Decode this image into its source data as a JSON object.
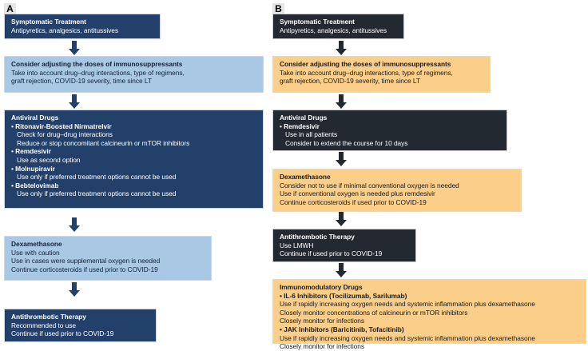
{
  "figure": {
    "colors": {
      "panel_a_dark": "#23406b",
      "panel_a_light": "#a8c8e4",
      "panel_b_dark": "#232931",
      "panel_b_amber": "#fbcf8a",
      "arrow_a": "#23406b",
      "arrow_b": "#232931",
      "background": "#ffffff",
      "label_chip": "#e6e6e6"
    }
  },
  "panel_a": {
    "label": "A",
    "boxes": [
      {
        "name": "symptomatic-treatment",
        "title": "Symptomatic Treatment",
        "lines": [
          "Antipyretics, analgesics, antitussives"
        ]
      },
      {
        "name": "immunosuppressant-adjustment",
        "title": "Consider adjusting the doses of immunosuppressants",
        "lines": [
          "Take into account drug–drug interactions, type of regimens,",
          "graft rejection, COVID-19 severity, time since LT"
        ]
      },
      {
        "name": "antiviral-drugs",
        "title": "Antiviral Drugs",
        "items": [
          {
            "bullet": "• Ritonavir-Boosted Nirmatrelvir",
            "details": [
              "Check for drug–drug interactions",
              "Reduce or stop concomitant calcineurin or mTOR inhibitors"
            ]
          },
          {
            "bullet": "• Remdesivir",
            "details": [
              "Use as second option"
            ]
          },
          {
            "bullet": "• Molnupiravir",
            "details": [
              "Use only if preferred treatment options cannot be used"
            ]
          },
          {
            "bullet": "• Bebtelovimab",
            "details": [
              "Use only if preferred treatment options cannot be used"
            ]
          }
        ]
      },
      {
        "name": "dexamethasone",
        "title": "Dexamethasone",
        "lines": [
          "Use with caution",
          "Use in cases were supplemental oxygen is needed",
          "Continue corticosteroids if used prior to COVID-19"
        ]
      },
      {
        "name": "antithrombotic-therapy",
        "title": "Antithrombotic Therapy",
        "lines": [
          "Recommended to use",
          "Continue if used prior to COVID-19"
        ]
      }
    ]
  },
  "panel_b": {
    "label": "B",
    "boxes": [
      {
        "name": "symptomatic-treatment",
        "title": "Symptomatic Treatment",
        "lines": [
          "Antipyretics, analgesics, antitussives"
        ]
      },
      {
        "name": "immunosuppressant-adjustment",
        "title": "Consider adjusting the doses of immunosuppressants",
        "lines": [
          "Take into account drug–drug interactions, type of regimens,",
          "graft rejection, COVID-19 severity, time since LT"
        ]
      },
      {
        "name": "antiviral-drugs",
        "title": "Antiviral Drugs",
        "items": [
          {
            "bullet": "• Remdesivir",
            "details": [
              "Use in all patients",
              "Consider to extend the course for 10 days"
            ]
          }
        ]
      },
      {
        "name": "dexamethasone",
        "title": "Dexamethasone",
        "lines": [
          "Consider not to use if minimal conventional oxygen is needed",
          "Use if conventional oxygen is needed plus remdesivir",
          "Continue corticosteroids if used prior to COVID-19"
        ]
      },
      {
        "name": "antithrombotic-therapy",
        "title": "Antithrombotic Therapy",
        "lines": [
          "Use LMWH",
          "Continue if used prior to COVID-19"
        ]
      },
      {
        "name": "immunomodulatory-drugs",
        "title": "Immunomodulatory Drugs",
        "items": [
          {
            "bullet": "• IL-6 Inhibitors (Tocilizumab, Sarilumab)",
            "details": [
              "Use if rapidly increasing oxygen needs and systemic inflammation plus dexamethasone",
              "Closely monitor concentrations of calcineurin or mTOR inhibitors",
              "Closely monitor for infections"
            ]
          },
          {
            "bullet": "• JAK Inhibitors (Baricitinib, Tofacitinib)",
            "details": [
              "Use if rapidly increasing oxygen needs and systemic inflammation plus dexamethasone",
              "Closely monitor for infections"
            ]
          }
        ]
      }
    ]
  }
}
